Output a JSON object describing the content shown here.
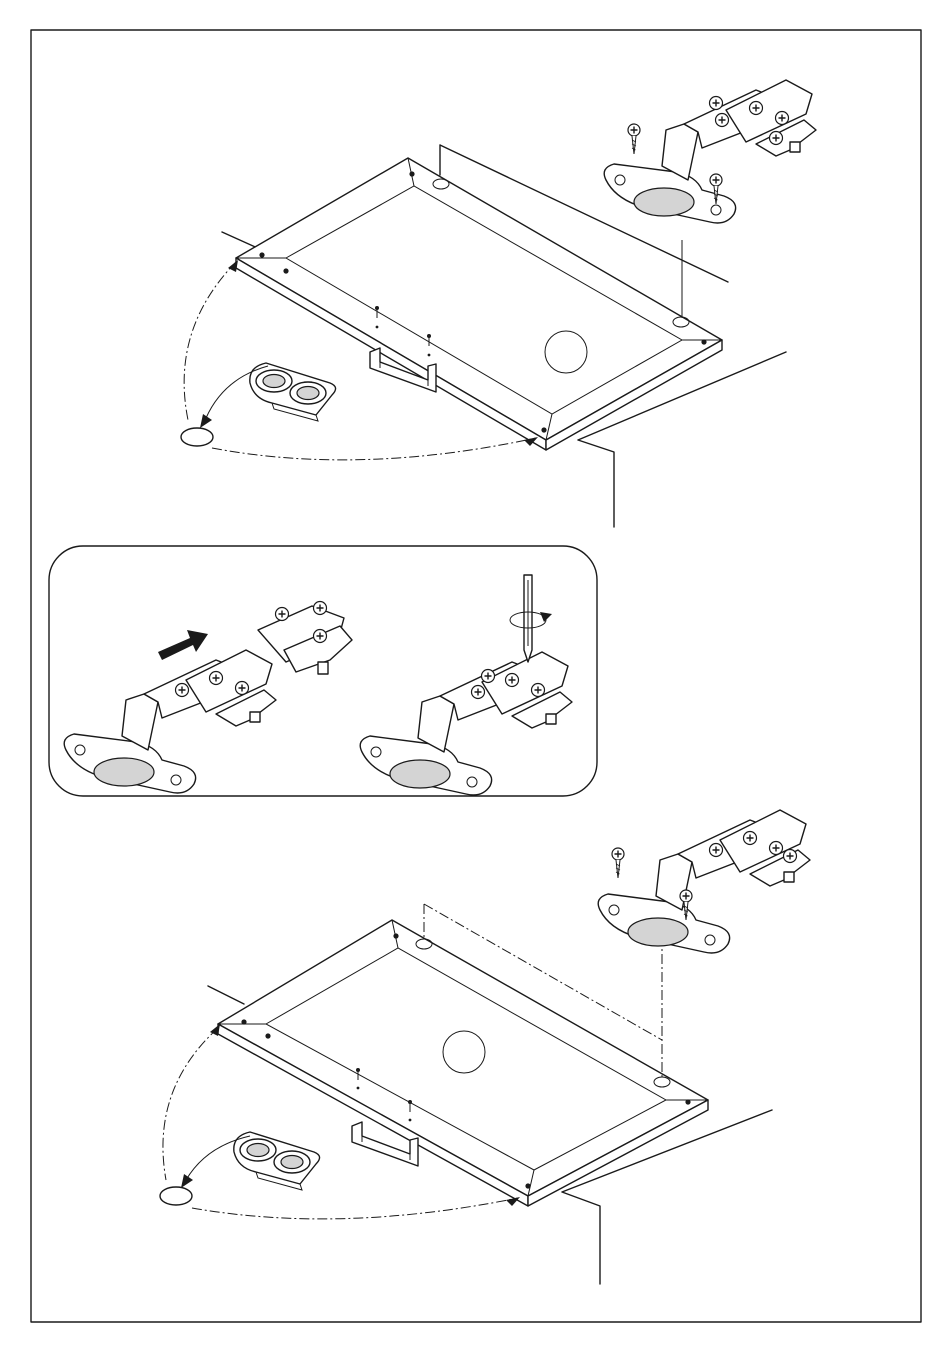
{
  "document": {
    "kind": "assembly-instruction-sheet",
    "text_labels": [],
    "colors": {
      "ink": "#1a1a1a",
      "paper": "#ffffff",
      "shade": "#d4d4d4"
    }
  },
  "steps": [
    {
      "id": "door-panel-hinge-mount-upper",
      "parts": [
        "door-panel",
        "concealed-hinge",
        "wood-screw",
        "bumper-pad-sheet",
        "handle"
      ]
    },
    {
      "id": "hinge-clip-attachment-detail",
      "parts": [
        "hinge-cup",
        "mounting-plate",
        "direction-arrow",
        "screwdriver",
        "rotation-arrow"
      ]
    },
    {
      "id": "door-panel-hinge-mount-lower",
      "parts": [
        "door-panel",
        "concealed-hinge",
        "wood-screw",
        "bumper-pad-sheet",
        "handle"
      ]
    }
  ]
}
